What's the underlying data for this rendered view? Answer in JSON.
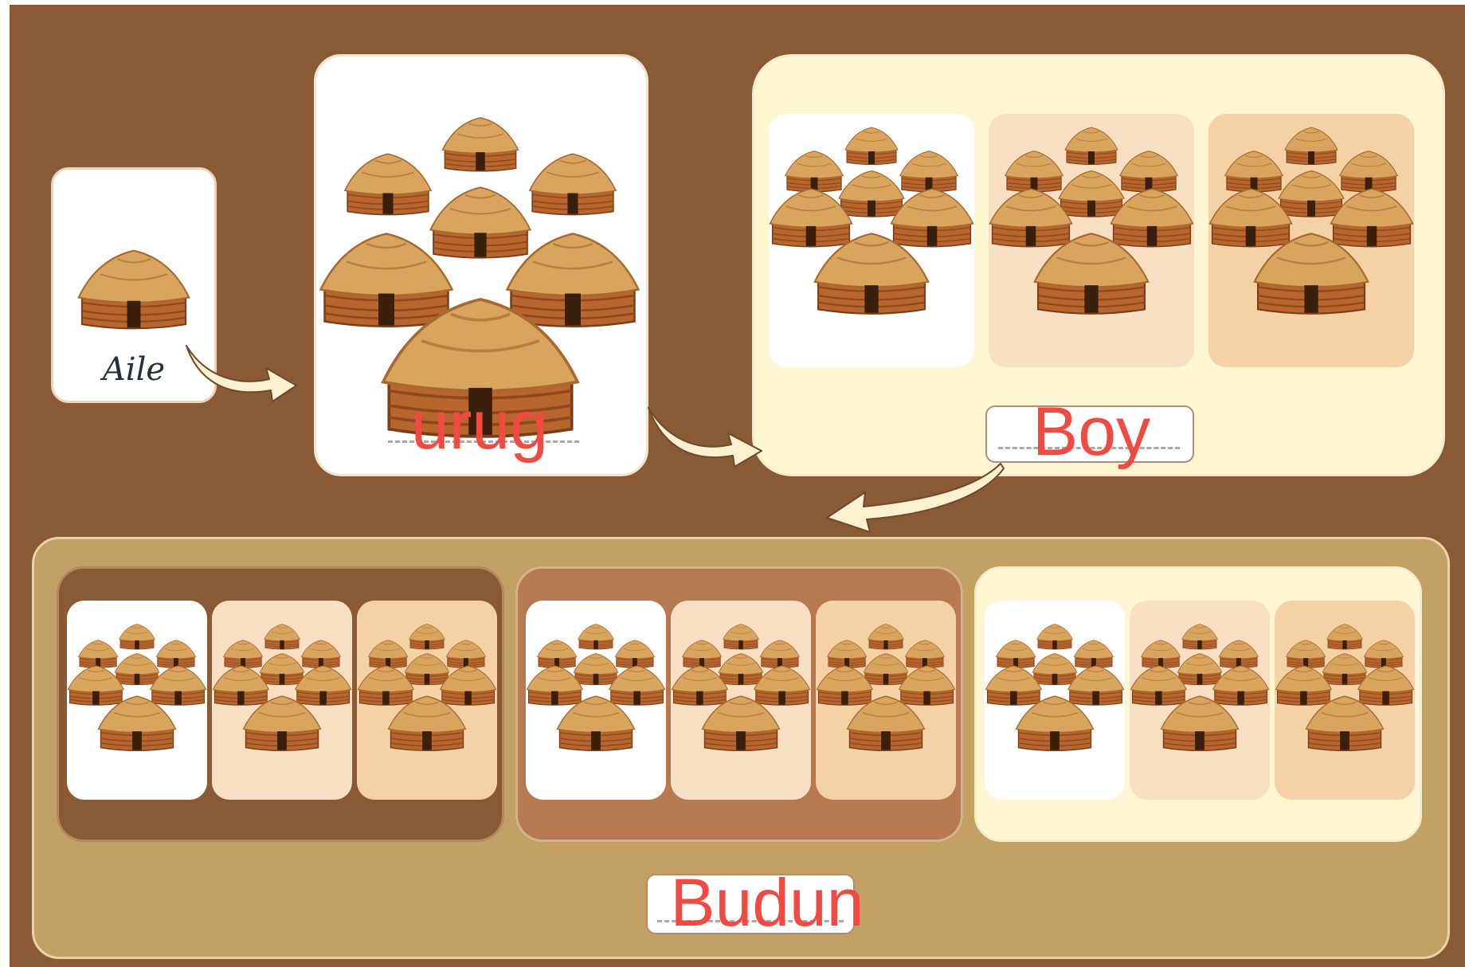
{
  "levels": {
    "aile": "Aile",
    "urug": "urug",
    "boy": "Boy",
    "budun": "Budun"
  },
  "colors": {
    "background": "#8a5a34",
    "label_red": "#f04a43",
    "arrow": "#fbf0d0"
  },
  "icon": "yurt-icon"
}
